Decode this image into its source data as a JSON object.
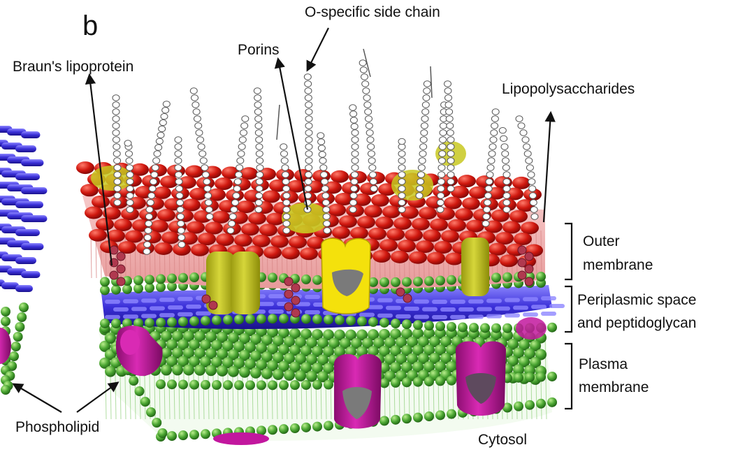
{
  "panel_letter": "b",
  "labels": {
    "o_chain": "O-specific side chain",
    "porins": "Porins",
    "braun": "Braun's lipoprotein",
    "lps": "Lipopolysaccharides",
    "outer_1": "Outer",
    "outer_2": "membrane",
    "peri_1": "Periplasmic space",
    "peri_2": "and peptidoglycan",
    "plasma_1": "Plasma",
    "plasma_2": "membrane",
    "phospholipid": "Phospholipid",
    "cytosol": "Cytosol"
  },
  "colors": {
    "lps_head": "#cc1a12",
    "lps_tail": "#f0b8b8",
    "porin": "#c8c820",
    "porin_yellow": "#f4e10c",
    "peptidoglycan": "#3d2fd6",
    "phospholipid_head": "#3f9a2a",
    "membrane_protein": "#c2179e",
    "sugar_bead": "#ffffff",
    "lipoprotein": "#a8324a"
  }
}
